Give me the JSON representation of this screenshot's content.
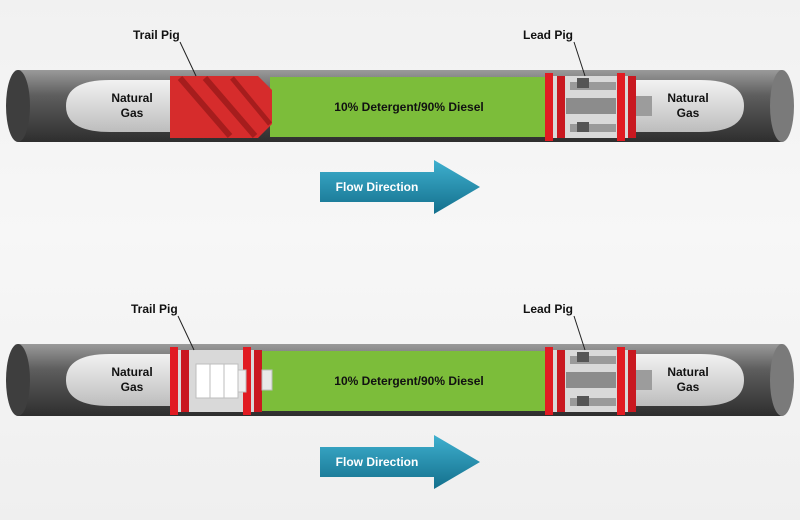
{
  "colors": {
    "pipe": "#6b6b6b",
    "gas": "#d3d3d3",
    "slug": "#7cbd3a",
    "foam_pig": "#d62c2c",
    "cup": "#e11b22",
    "arrow": "#1f8fb0"
  },
  "panels": [
    {
      "trail_pig_label": "Trail Pig",
      "lead_pig_label": "Lead Pig",
      "left_gas_label": "Natural\nGas",
      "right_gas_label": "Natural\nGas",
      "slug_label": "10% Detergent/90% Diesel",
      "flow_label": "Flow Direction",
      "trail_pig_type": "foam-pig-icon"
    },
    {
      "trail_pig_label": "Trail Pig",
      "lead_pig_label": "Lead Pig",
      "left_gas_label": "Natural\nGas",
      "right_gas_label": "Natural\nGas",
      "slug_label": "10% Detergent/90% Diesel",
      "flow_label": "Flow Direction",
      "trail_pig_type": "cup-pig-icon"
    }
  ]
}
